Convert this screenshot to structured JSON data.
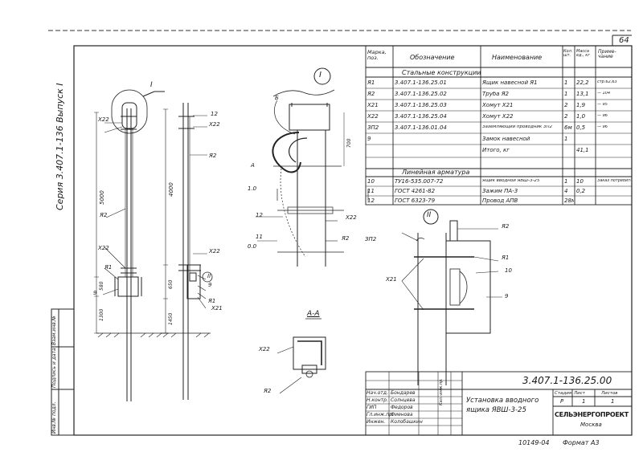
{
  "sheet": {
    "page_number": "64",
    "series_text": "Серия 3.407.1-136 Выпуск I",
    "doc_code": "3.407.1-136.25.00",
    "title_line1": "Установка вводного",
    "title_line2": "ящика ЯВШ-3-25",
    "org": "СЕЛЬЭНЕРГОПРОЕКТ",
    "city": "Москва",
    "format": "Формат А3",
    "stage": "Р",
    "sheet": "1",
    "sheets_total": "1",
    "hdr_stage": "Стадия",
    "hdr_sheet": "Лист",
    "hdr_sheets": "Листов",
    "bottom_code": "10149-04"
  },
  "stamp_rows": [
    {
      "role": "Нач.отд.",
      "name": "Бондарев"
    },
    {
      "role": "Н.контр.",
      "name": "Солнцева"
    },
    {
      "role": "ГИП",
      "name": "Федоров"
    },
    {
      "role": "Гл.инж.пр.",
      "name": "Фиенова"
    },
    {
      "role": "Инжен.",
      "name": "Колобашкин"
    }
  ],
  "stamp_extra": "Кал.-инж.пр.",
  "left_strip": [
    "Взам.инв.№",
    "Подпись и дата",
    "Инв.№ подл."
  ],
  "spec": {
    "headers": [
      "Марка, поз.",
      "Обозначение",
      "Наименование",
      "Кол. шт.",
      "Масса ед., кг",
      "Приме-чание"
    ],
    "section1": "Стальные конструкции",
    "rows1": [
      [
        "Я1",
        "3.407.1-136.25.01",
        "Ящик навесной Я1",
        "1",
        "22,2",
        "стр.62,63"
      ],
      [
        "Я2",
        "3.407.1-136.25.02",
        "Труба Я2",
        "1",
        "13,1",
        "— 104"
      ],
      [
        "Х21",
        "3.407.1-136.25.03",
        "Хомут Х21",
        "2",
        "1,9",
        "— 95"
      ],
      [
        "Х22",
        "3.407.1-136.25.04",
        "Хомут Х22",
        "2",
        "1,0",
        "— 96"
      ],
      [
        "ЗП2",
        "3.407.1-136.01.04",
        "Заземляющий проводник ЗП2",
        "6м",
        "0,5",
        "— 96"
      ],
      [
        "9",
        "",
        "Замок навесной",
        "1",
        "",
        ""
      ],
      [
        "",
        "",
        "Итого, кг",
        "",
        "41,1",
        ""
      ]
    ],
    "section2": "Линейная арматура",
    "rows2": [
      [
        "10",
        "ТУ16-535.007-72",
        "Ящик вводной ЯВШ-3-25",
        "1",
        "10",
        "Заказ потребителем по опросному листу"
      ],
      [
        "11",
        "ГОСТ 4261-82",
        "Зажим ПА-3",
        "4",
        "0,2",
        ""
      ],
      [
        "12",
        "ГОСТ 6323-79",
        "Провод АПВ",
        "28м",
        "",
        ""
      ]
    ]
  },
  "callouts": {
    "view1": "I",
    "view2": "II",
    "section_aa": "А-А",
    "labels": [
      "Я1",
      "Я2",
      "Х21",
      "Х22",
      "ЗП2",
      "9",
      "10",
      "11",
      "12",
      "А",
      "Б",
      "1.0",
      "0.0"
    ],
    "dims_front": [
      "5000",
      "580",
      "1300"
    ],
    "dims_side": [
      "4000",
      "650",
      "1450"
    ],
    "dim_detail": "700"
  }
}
